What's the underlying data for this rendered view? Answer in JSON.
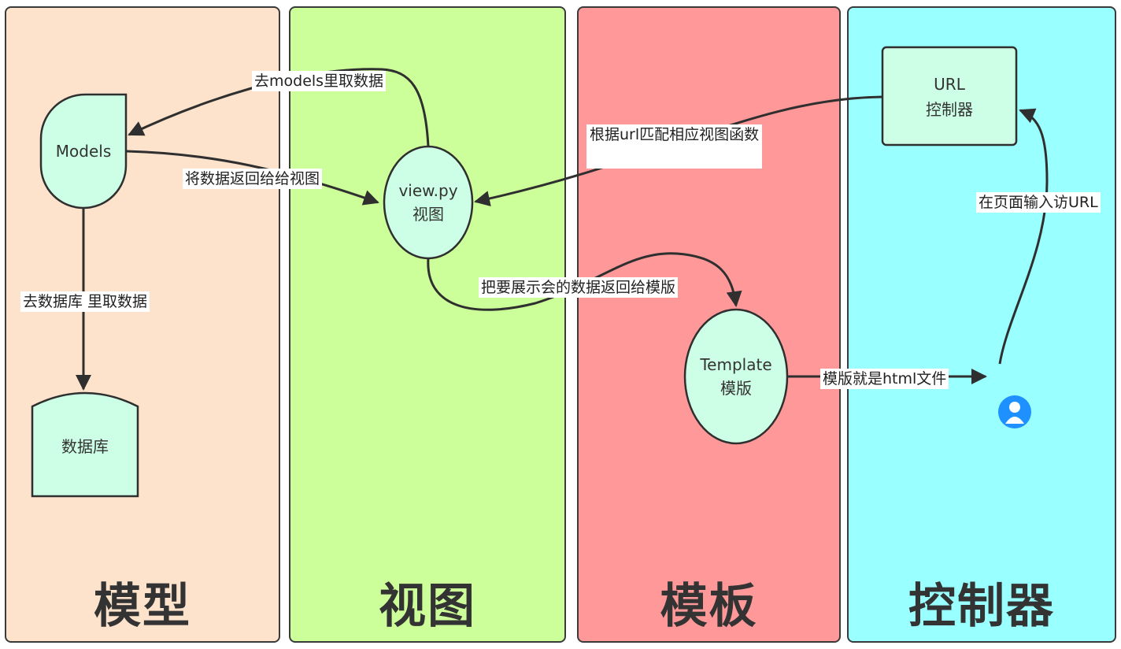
{
  "lanes": {
    "model": "模型",
    "view": "视图",
    "template": "模板",
    "controller": "控制器"
  },
  "nodes": {
    "models": "Models",
    "database": "数据库",
    "view_line1": "view.py",
    "view_line2": "视图",
    "template_line1": "Template",
    "template_line2": "模版",
    "controller_line1": "URL",
    "controller_line2": "控制器"
  },
  "edges": {
    "view_to_models": "去models里取数据",
    "models_to_view": "将数据返回给给视图",
    "models_to_db": "去数据库 里取数据",
    "controller_to_view": "根据url匹配相应视图函数",
    "view_to_template": "把要展示会的数据返回给模版",
    "template_to_user": "模版就是html文件",
    "user_to_controller": "在页面输入访URL"
  },
  "icons": {
    "user": "user-icon"
  },
  "colors": {
    "model_lane": "#fde3cc",
    "view_lane": "#ccff99",
    "template_lane": "#ff9999",
    "controller_lane": "#99ffff",
    "node_fill": "#ccffe6",
    "user_icon": "#1e90ff"
  }
}
